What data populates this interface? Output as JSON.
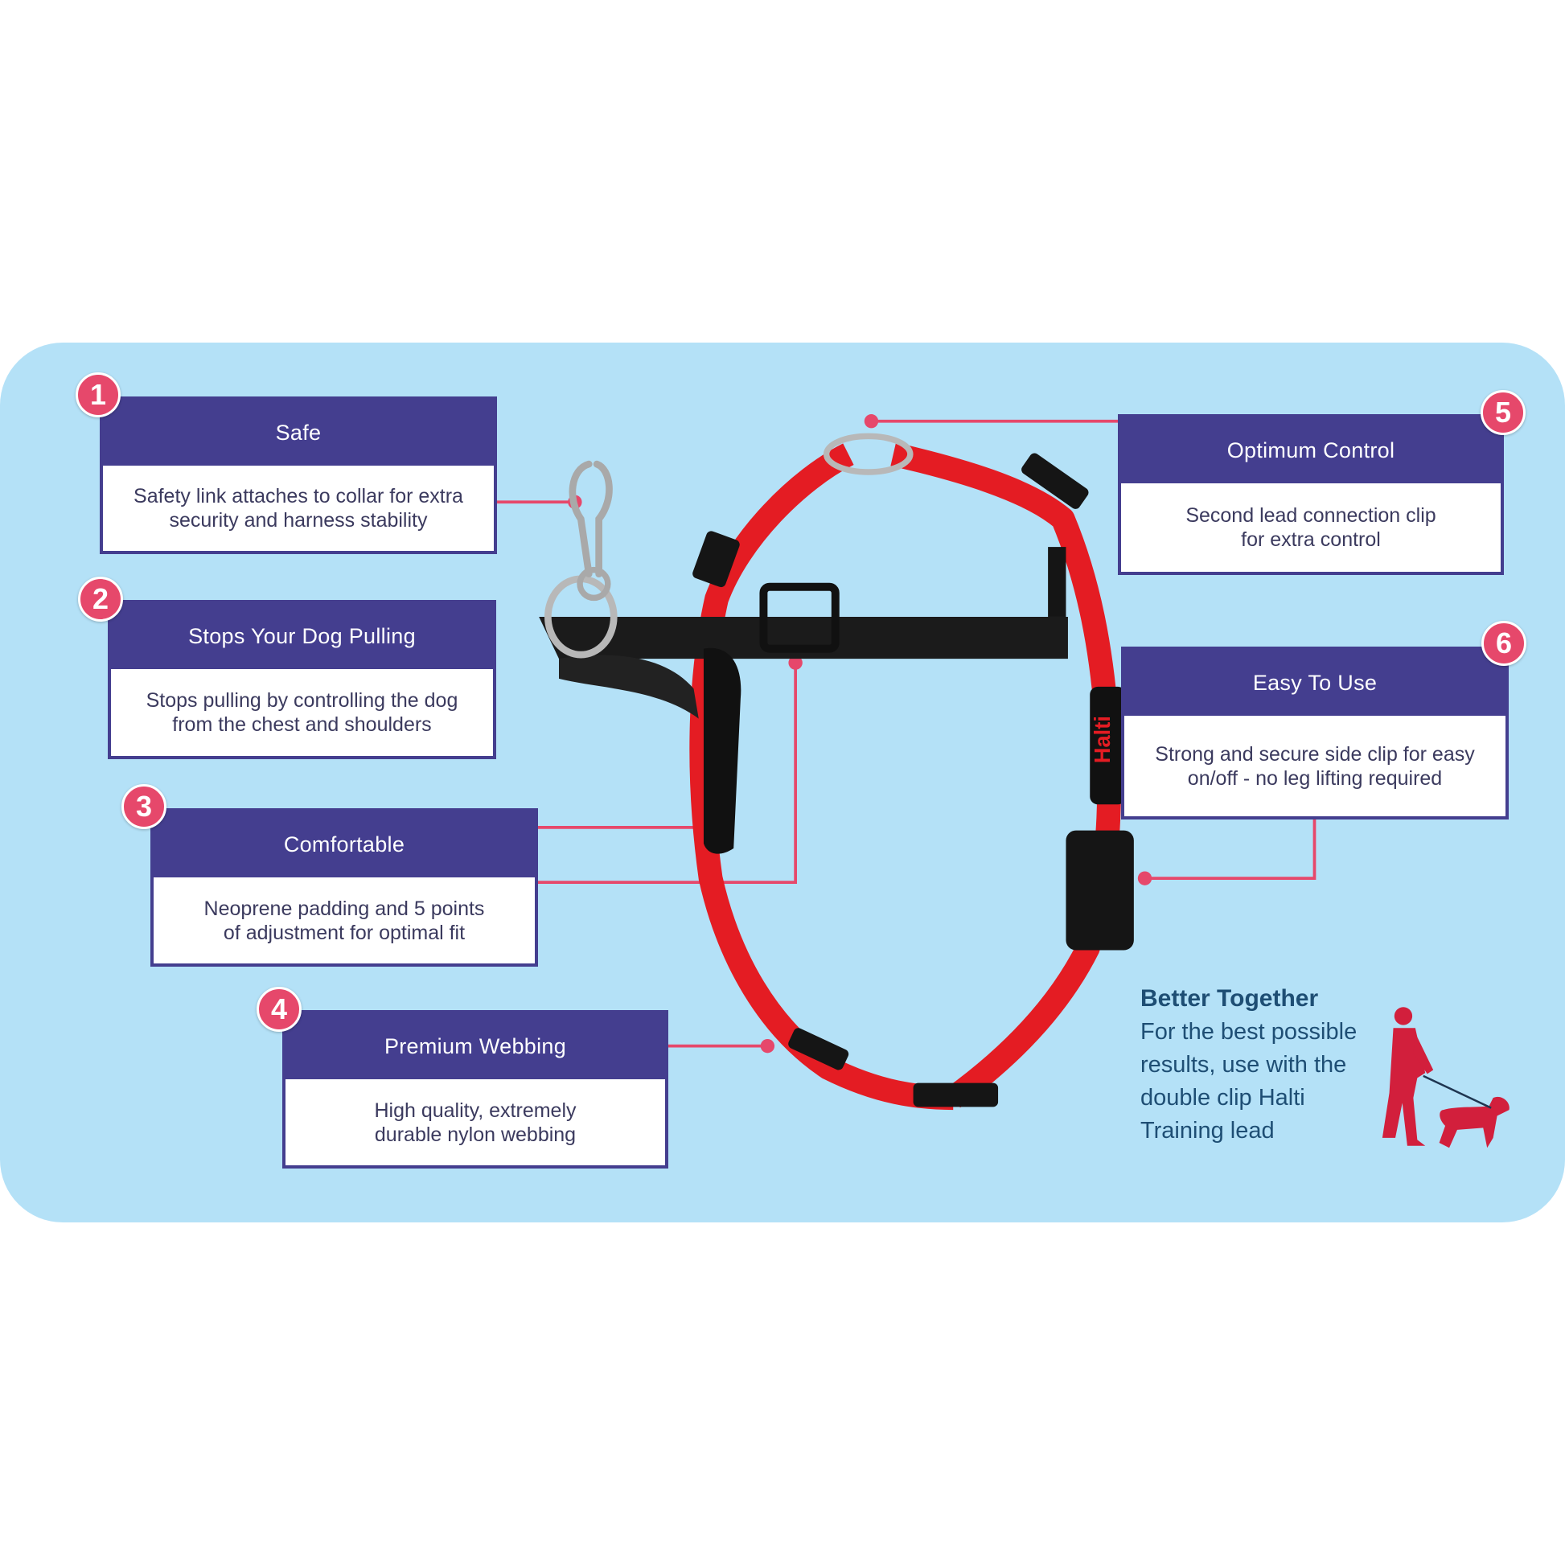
{
  "features": [
    {
      "number": "1",
      "title": "Safe",
      "description": "Safety link attaches to collar for extra\nsecurity and harness stability"
    },
    {
      "number": "2",
      "title": "Stops Your Dog Pulling",
      "description": "Stops pulling by controlling the dog\nfrom the chest and shoulders"
    },
    {
      "number": "3",
      "title": "Comfortable",
      "description": "Neoprene padding and 5 points\nof adjustment for optimal fit"
    },
    {
      "number": "4",
      "title": "Premium Webbing",
      "description": "High quality, extremely\ndurable nylon webbing"
    },
    {
      "number": "5",
      "title": "Optimum Control",
      "description": "Second lead connection clip\nfor extra control"
    },
    {
      "number": "6",
      "title": "Easy To Use",
      "description": "Strong and secure side clip for easy\non/off - no leg lifting required"
    }
  ],
  "better_together": {
    "title": "Better Together",
    "body": "For the best possible\nresults, use with the\ndouble clip Halti\nTraining lead"
  },
  "product_label": "Halti",
  "colors": {
    "panel": "#b4e1f7",
    "header": "#443e8f",
    "accent": "#e6486b",
    "strap": "#e41c23"
  }
}
